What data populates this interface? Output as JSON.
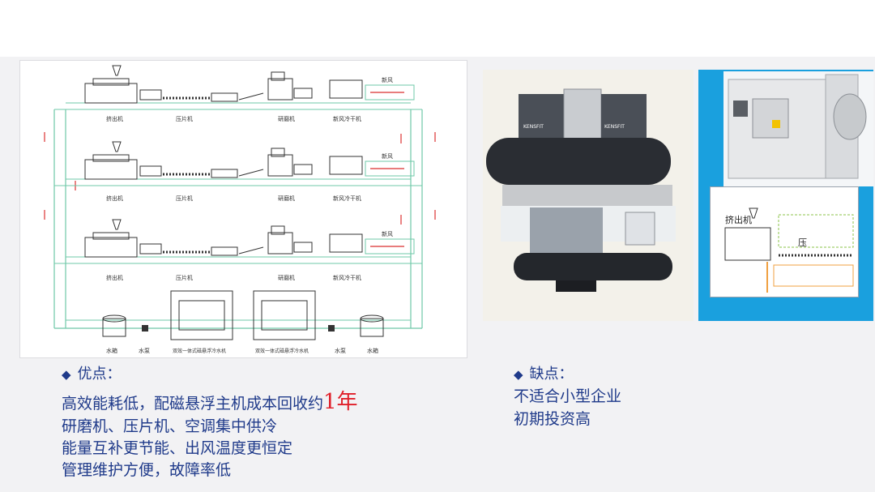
{
  "diagram": {
    "rows": [
      {
        "extruder": "挤出机",
        "press": "压片机",
        "grinder": "研磨机",
        "fresh_air_dryer": "新风冷干机",
        "fresh_air": "新风"
      },
      {
        "extruder": "挤出机",
        "press": "压片机",
        "grinder": "研磨机",
        "fresh_air_dryer": "新风冷干机",
        "fresh_air": "新风"
      },
      {
        "extruder": "挤出机",
        "press": "压片机",
        "grinder": "研磨机",
        "fresh_air_dryer": "新风冷干机",
        "fresh_air": "新风"
      }
    ],
    "bottom": {
      "left_tank": "水箱",
      "left_pump": "水泵",
      "chiller_1": "双效一体式磁悬浮冷水机",
      "chiller_2": "双效一体式磁悬浮冷水机",
      "right_pump": "水泵",
      "right_tank": "水箱"
    }
  },
  "photos": {
    "chiller_brand": "KENSFIT",
    "inset_extruder": "挤出机",
    "inset_press": "压"
  },
  "advantages": {
    "title": "优点：",
    "line1_prefix": "高效能耗低，配磁悬浮主机成本回收约",
    "line1_highlight": "1年",
    "line2": "研磨机、压片机、空调集中供冷",
    "line3": "能量互补更节能、出风温度更恒定",
    "line4": "管理维护方便，故障率低"
  },
  "disadvantages": {
    "title": "缺点：",
    "line1": "不适合小型企业",
    "line2": "初期投资高"
  },
  "colors": {
    "text_blue": "#1f3a8a",
    "highlight_red": "#e0202a",
    "pipe_green": "#6fc8a8",
    "pipe_red": "#e05050",
    "panel_blue": "#1aa0de"
  }
}
